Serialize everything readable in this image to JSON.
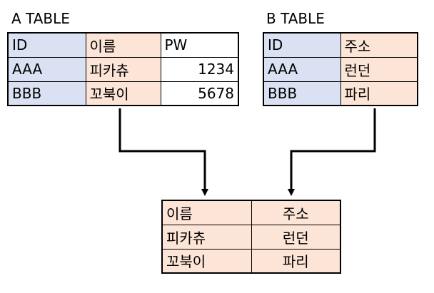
{
  "a_table": {
    "title": "A TABLE",
    "rows": [
      [
        "ID",
        "이름",
        "PW"
      ],
      [
        "AAA",
        "피카츄",
        "1234"
      ],
      [
        "BBB",
        "꼬북이",
        "5678"
      ]
    ]
  },
  "b_table": {
    "title": "B TABLE",
    "rows": [
      [
        "ID",
        "주소"
      ],
      [
        "AAA",
        "런던"
      ],
      [
        "BBB",
        "파리"
      ]
    ]
  },
  "result_table": {
    "rows": [
      [
        "이름",
        "주소"
      ],
      [
        "피카츄",
        "런던"
      ],
      [
        "꼬북이",
        "파리"
      ]
    ]
  },
  "colors": {
    "id_column": "#d9e1f2",
    "name_address_column": "#fce4d6",
    "pw_column": "#ffffff",
    "line": "#000000"
  }
}
